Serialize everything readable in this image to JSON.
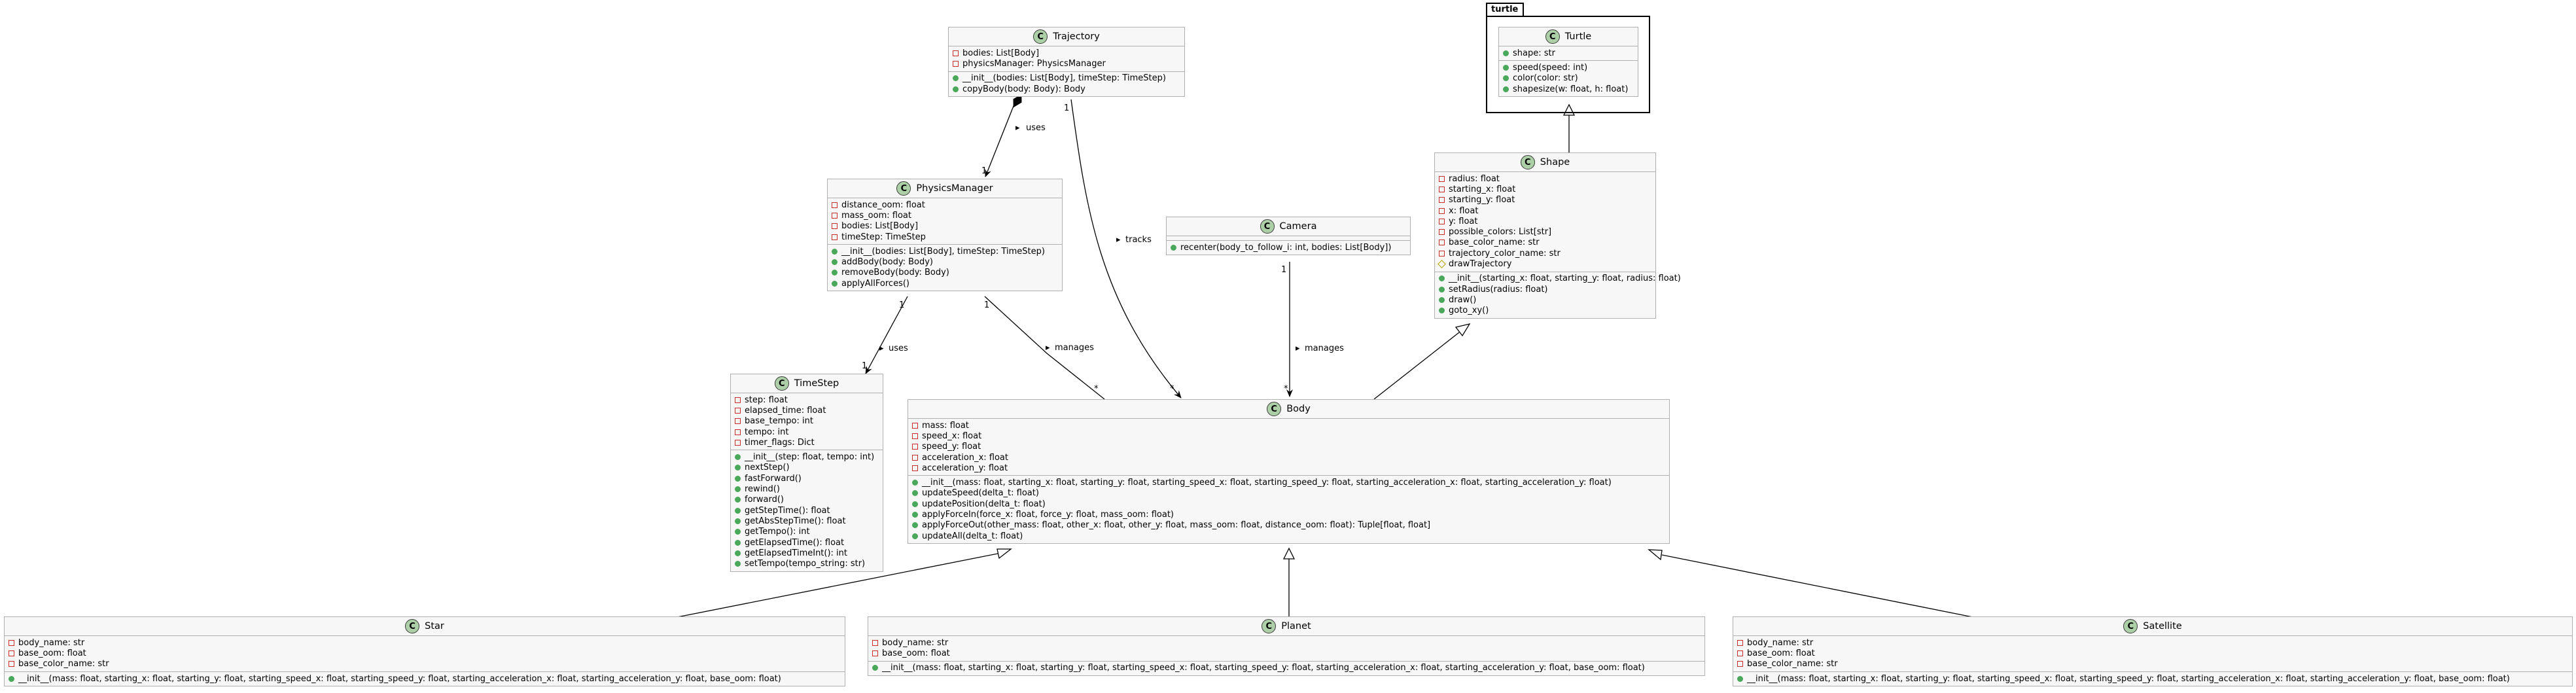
{
  "package": {
    "name": "turtle"
  },
  "classes": {
    "trajectory": {
      "name": "Trajectory",
      "fields": [
        {
          "vis": "private",
          "text": "bodies: List[Body]"
        },
        {
          "vis": "private",
          "text": "physicsManager: PhysicsManager"
        }
      ],
      "methods": [
        {
          "vis": "public",
          "text": "__init__(bodies: List[Body], timeStep: TimeStep)"
        },
        {
          "vis": "public",
          "text": "copyBody(body: Body): Body"
        }
      ]
    },
    "turtle": {
      "name": "Turtle",
      "fields": [
        {
          "vis": "public",
          "text": "shape: str"
        }
      ],
      "methods": [
        {
          "vis": "public",
          "text": "speed(speed: int)"
        },
        {
          "vis": "public",
          "text": "color(color: str)"
        },
        {
          "vis": "public",
          "text": "shapesize(w: float, h: float)"
        }
      ]
    },
    "physicsmanager": {
      "name": "PhysicsManager",
      "fields": [
        {
          "vis": "private",
          "text": "distance_oom: float"
        },
        {
          "vis": "private",
          "text": "mass_oom: float"
        },
        {
          "vis": "private",
          "text": "bodies: List[Body]"
        },
        {
          "vis": "private",
          "text": "timeStep: TimeStep"
        }
      ],
      "methods": [
        {
          "vis": "public",
          "text": "__init__(bodies: List[Body], timeStep: TimeStep)"
        },
        {
          "vis": "public",
          "text": "addBody(body: Body)"
        },
        {
          "vis": "public",
          "text": "removeBody(body: Body)"
        },
        {
          "vis": "public",
          "text": "applyAllForces()"
        }
      ]
    },
    "camera": {
      "name": "Camera",
      "fields": [],
      "methods": [
        {
          "vis": "public",
          "text": "recenter(body_to_follow_i: int, bodies: List[Body])"
        }
      ]
    },
    "shape": {
      "name": "Shape",
      "fields": [
        {
          "vis": "private",
          "text": "radius: float"
        },
        {
          "vis": "private",
          "text": "starting_x: float"
        },
        {
          "vis": "private",
          "text": "starting_y: float"
        },
        {
          "vis": "private",
          "text": "x: float"
        },
        {
          "vis": "private",
          "text": "y: float"
        },
        {
          "vis": "private",
          "text": "possible_colors: List[str]"
        },
        {
          "vis": "private",
          "text": "base_color_name: str"
        },
        {
          "vis": "private",
          "text": "trajectory_color_name: str"
        },
        {
          "vis": "protected",
          "text": "drawTrajectory"
        }
      ],
      "methods": [
        {
          "vis": "public",
          "text": "__init__(starting_x: float, starting_y: float, radius: float)"
        },
        {
          "vis": "public",
          "text": "setRadius(radius: float)"
        },
        {
          "vis": "public",
          "text": "draw()"
        },
        {
          "vis": "public",
          "text": "goto_xy()"
        }
      ]
    },
    "timestep": {
      "name": "TimeStep",
      "fields": [
        {
          "vis": "private",
          "text": "step: float"
        },
        {
          "vis": "private",
          "text": "elapsed_time: float"
        },
        {
          "vis": "private",
          "text": "base_tempo: int"
        },
        {
          "vis": "private",
          "text": "tempo: int"
        },
        {
          "vis": "private",
          "text": "timer_flags: Dict"
        }
      ],
      "methods": [
        {
          "vis": "public",
          "text": "__init__(step: float, tempo: int)"
        },
        {
          "vis": "public",
          "text": "nextStep()"
        },
        {
          "vis": "public",
          "text": "fastForward()"
        },
        {
          "vis": "public",
          "text": "rewind()"
        },
        {
          "vis": "public",
          "text": "forward()"
        },
        {
          "vis": "public",
          "text": "getStepTime(): float"
        },
        {
          "vis": "public",
          "text": "getAbsStepTime(): float"
        },
        {
          "vis": "public",
          "text": "getTempo(): int"
        },
        {
          "vis": "public",
          "text": "getElapsedTime(): float"
        },
        {
          "vis": "public",
          "text": "getElapsedTimeInt(): int"
        },
        {
          "vis": "public",
          "text": "setTempo(tempo_string: str)"
        }
      ]
    },
    "body": {
      "name": "Body",
      "fields": [
        {
          "vis": "private",
          "text": "mass: float"
        },
        {
          "vis": "private",
          "text": "speed_x: float"
        },
        {
          "vis": "private",
          "text": "speed_y: float"
        },
        {
          "vis": "private",
          "text": "acceleration_x: float"
        },
        {
          "vis": "private",
          "text": "acceleration_y: float"
        }
      ],
      "methods": [
        {
          "vis": "public",
          "text": "__init__(mass: float, starting_x: float, starting_y: float, starting_speed_x: float, starting_speed_y: float, starting_acceleration_x: float, starting_acceleration_y: float)"
        },
        {
          "vis": "public",
          "text": "updateSpeed(delta_t: float)"
        },
        {
          "vis": "public",
          "text": "updatePosition(delta_t: float)"
        },
        {
          "vis": "public",
          "text": "applyForceIn(force_x: float, force_y: float, mass_oom: float)"
        },
        {
          "vis": "public",
          "text": "applyForceOut(other_mass: float, other_x: float, other_y: float, mass_oom: float, distance_oom: float): Tuple[float, float]"
        },
        {
          "vis": "public",
          "text": "updateAll(delta_t: float)"
        }
      ]
    },
    "star": {
      "name": "Star",
      "fields": [
        {
          "vis": "private",
          "text": "body_name: str"
        },
        {
          "vis": "private",
          "text": "base_oom: float"
        },
        {
          "vis": "private",
          "text": "base_color_name: str"
        }
      ],
      "methods": [
        {
          "vis": "public",
          "text": "__init__(mass: float, starting_x: float, starting_y: float, starting_speed_x: float, starting_speed_y: float, starting_acceleration_x: float, starting_acceleration_y: float, base_oom: float)"
        }
      ]
    },
    "planet": {
      "name": "Planet",
      "fields": [
        {
          "vis": "private",
          "text": "body_name: str"
        },
        {
          "vis": "private",
          "text": "base_oom: float"
        }
      ],
      "methods": [
        {
          "vis": "public",
          "text": "__init__(mass: float, starting_x: float, starting_y: float, starting_speed_x: float, starting_speed_y: float, starting_acceleration_x: float, starting_acceleration_y: float, base_oom: float)"
        }
      ]
    },
    "satellite": {
      "name": "Satellite",
      "fields": [
        {
          "vis": "private",
          "text": "body_name: str"
        },
        {
          "vis": "private",
          "text": "base_oom: float"
        },
        {
          "vis": "private",
          "text": "base_color_name: str"
        }
      ],
      "methods": [
        {
          "vis": "public",
          "text": "__init__(mass: float, starting_x: float, starting_y: float, starting_speed_x: float, starting_speed_y: float, starting_acceleration_x: float, starting_acceleration_y: float, base_oom: float)"
        }
      ]
    }
  },
  "relations": [
    {
      "id": "traj-pm",
      "label": "uses",
      "from_mult": "1",
      "to_mult": "1"
    },
    {
      "id": "traj-body",
      "label": "tracks",
      "from_mult": "1",
      "to_mult": "*"
    },
    {
      "id": "pm-ts",
      "label": "uses",
      "from_mult": "1",
      "to_mult": "1"
    },
    {
      "id": "pm-body",
      "label": "manages",
      "from_mult": "1",
      "to_mult": "*"
    },
    {
      "id": "cam-body",
      "label": "manages",
      "from_mult": "1",
      "to_mult": "*"
    }
  ],
  "colors": {
    "class_fill": "#f7f7f7",
    "class_border": "#b0b0b0",
    "badge_fill": "#adcfa7",
    "private": "#c72b2b",
    "public": "#49a85a",
    "protected": "#b5a300"
  }
}
